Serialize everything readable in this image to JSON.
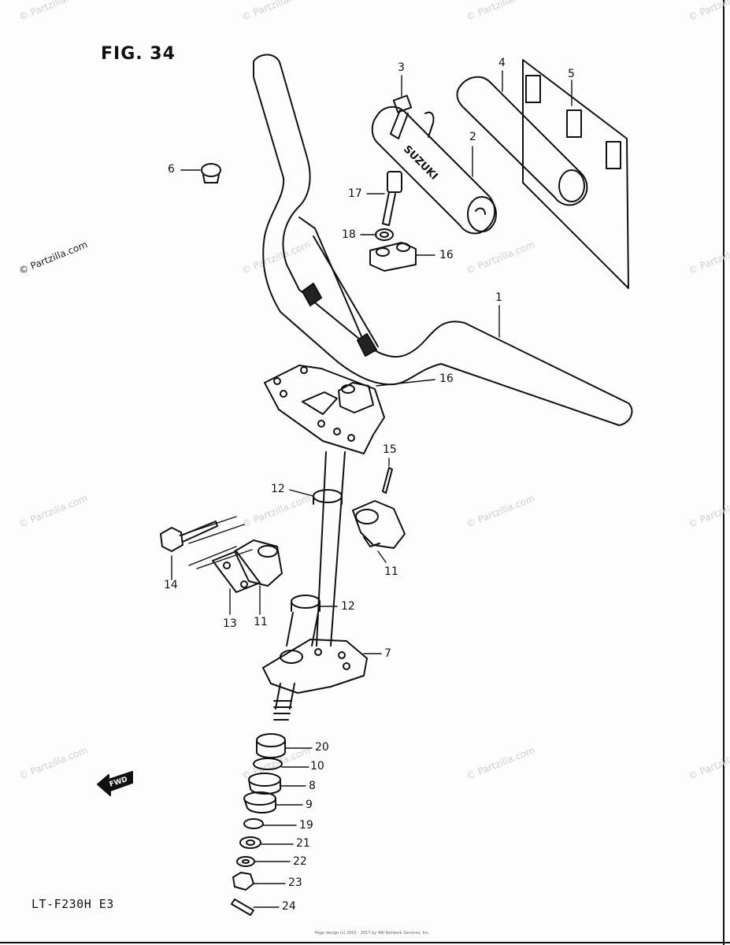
{
  "figure": {
    "title": "FIG. 34",
    "model": "LT-F230H  E3"
  },
  "watermark": "© Partzilla.com",
  "footer": "Page design (c) 2001 - 2017 by ARI Network Services, Inc.",
  "fwd_badge": "FWD",
  "brand_text": "SUZUKI",
  "callouts": [
    {
      "label": "1"
    },
    {
      "label": "2"
    },
    {
      "label": "3"
    },
    {
      "label": "4"
    },
    {
      "label": "5"
    },
    {
      "label": "6"
    },
    {
      "label": "17"
    },
    {
      "label": "18"
    },
    {
      "label": "16"
    },
    {
      "label": "16"
    },
    {
      "label": "15"
    },
    {
      "label": "12"
    },
    {
      "label": "11"
    },
    {
      "label": "14"
    },
    {
      "label": "13"
    },
    {
      "label": "11"
    },
    {
      "label": "12"
    },
    {
      "label": "7"
    },
    {
      "label": "20"
    },
    {
      "label": "10"
    },
    {
      "label": "8"
    },
    {
      "label": "9"
    },
    {
      "label": "19"
    },
    {
      "label": "21"
    },
    {
      "label": "22"
    },
    {
      "label": "23"
    },
    {
      "label": "24"
    }
  ],
  "colors": {
    "line": "#111111",
    "watermark": "#d0d0d0"
  }
}
